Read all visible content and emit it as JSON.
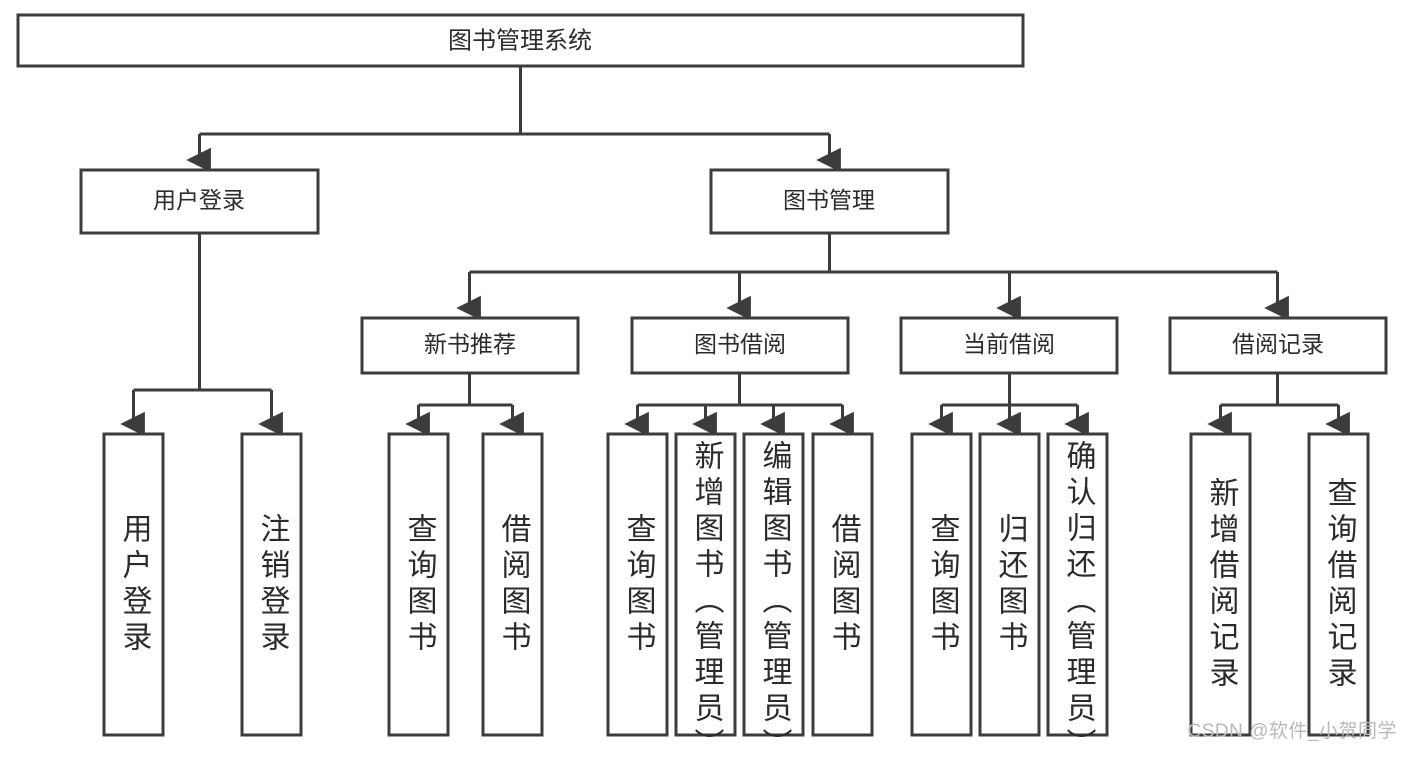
{
  "diagram": {
    "type": "tree",
    "title": "图书管理系统",
    "watermark": "CSDN @软件_小贺同学",
    "colors": {
      "stroke": "#3c3c3c",
      "fill": "#ffffff",
      "text": "#2b2b2b",
      "watermark": "#b9b9b9",
      "background": "#ffffff"
    },
    "level1": {
      "root": {
        "label": "图书管理系统"
      }
    },
    "level2": [
      {
        "label": "用户登录"
      },
      {
        "label": "图书管理"
      }
    ],
    "level3": [
      {
        "label": "新书推荐"
      },
      {
        "label": "图书借阅"
      },
      {
        "label": "当前借阅"
      },
      {
        "label": "借阅记录"
      }
    ],
    "level4": {
      "user_login_children": [
        {
          "label": "用户登录"
        },
        {
          "label": "注销登录"
        }
      ],
      "new_book_children": [
        {
          "label": "查询图书"
        },
        {
          "label": "借阅图书"
        }
      ],
      "borrow_children": [
        {
          "label": "查询图书"
        },
        {
          "label": "新增图书（管理员）"
        },
        {
          "label": "编辑图书（管理员）"
        },
        {
          "label": "借阅图书"
        }
      ],
      "current_borrow_children": [
        {
          "label": "查询图书"
        },
        {
          "label": "归还图书"
        },
        {
          "label": "确认归还（管理员）"
        }
      ],
      "record_children": [
        {
          "label": "新增借阅记录"
        },
        {
          "label": "查询借阅记录"
        }
      ]
    }
  }
}
